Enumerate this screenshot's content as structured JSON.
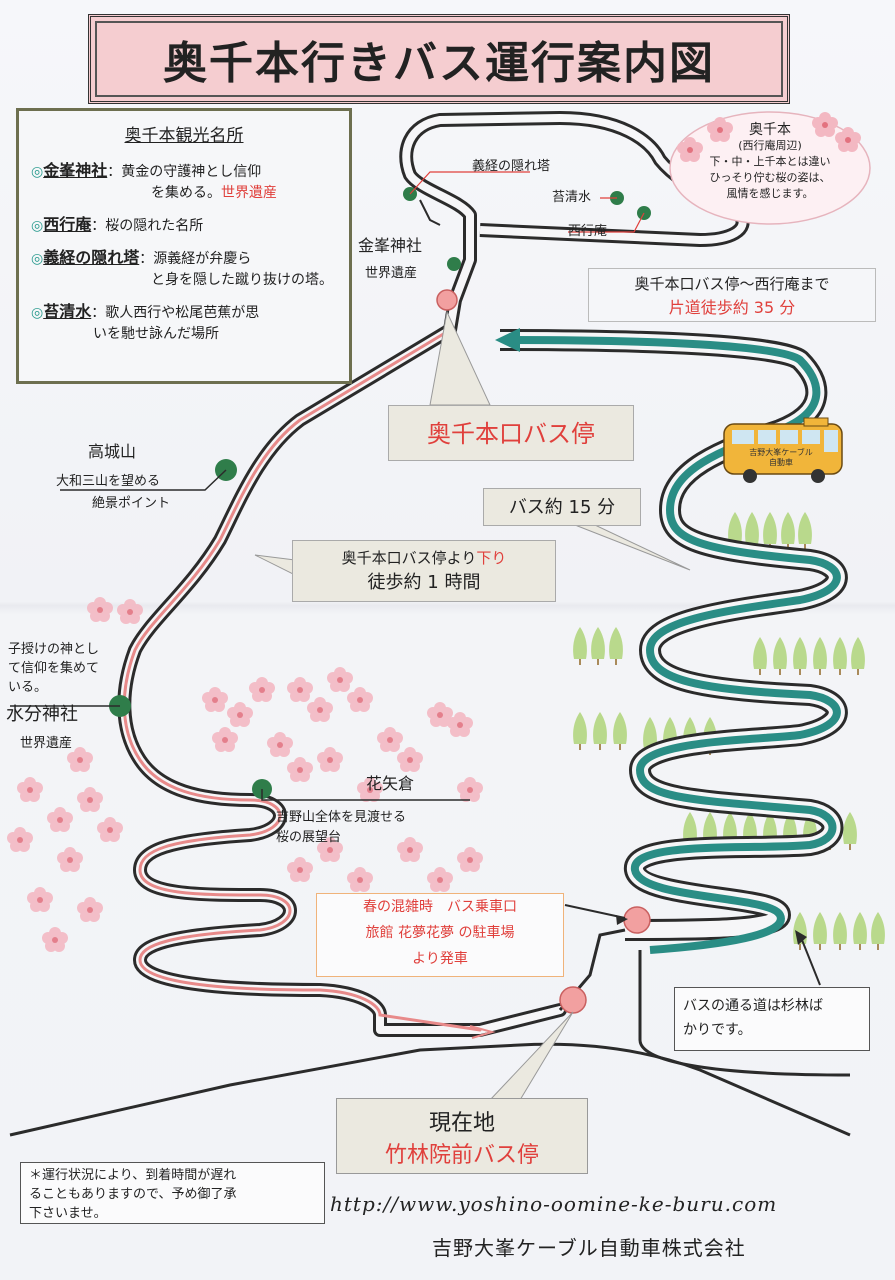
{
  "title": "奥千本行きバス運行案内図",
  "spots_box": {
    "heading": "奥千本観光名所",
    "items": [
      {
        "name": "金峯神社",
        "desc": "：黄金の守護神とし信仰",
        "desc2": "を集める。",
        "badge": "世界遺産"
      },
      {
        "name": "西行庵",
        "desc": "：桜の隠れた名所",
        "desc2": "",
        "badge": ""
      },
      {
        "name": "義経の隠れ塔",
        "desc": "：源義経が弁慶ら",
        "desc2": "と身を隠した蹴り抜けの塔。",
        "badge": ""
      },
      {
        "name": "苔清水",
        "desc": "：歌人西行や松尾芭蕉が思",
        "desc2": "いを馳せ詠んだ場所",
        "badge": ""
      }
    ]
  },
  "okusenbon_circle": {
    "title": "奥千本",
    "subtitle": "(西行庵周辺)",
    "line1": "下・中・上千本とは違い",
    "line2": "ひっそり佇む桜の姿は、",
    "line3": "風情を感じます。"
  },
  "map_labels": {
    "yoshitsune": "義経の隠れ塔",
    "kokeshimizu": "苔清水",
    "saigyoan": "西行庵",
    "kinpu_shrine": "金峯神社",
    "kinpu_badge": "世界遺産",
    "walk_note": "奥千本口バス停～西行庵まで",
    "walk_time": "片道徒歩約 35 分",
    "okusenbon_stop": "奥千本口バス停",
    "takagi_name": "高城山",
    "takagi_desc1": "大和三山を望める",
    "takagi_desc2": "絶景ポイント",
    "bus_time": "バス約 15 分",
    "walk_down_a": "奥千本口バス停より",
    "walk_down_b": "下り",
    "walk_down_c": "徒歩約 1 時間",
    "mikumari_desc1": "子授けの神とし",
    "mikumari_desc2": "て信仰を集めて",
    "mikumari_desc3": "いる。",
    "mikumari_name": "水分神社",
    "mikumari_badge": "世界遺産",
    "hanayagura_name": "花矢倉",
    "hanayagura_desc1": "吉野山全体を見渡せる",
    "hanayagura_desc2": "桜の展望台",
    "spring_1": "春の混雑時　バス乗車口",
    "spring_2": "旅館 花夢花夢 の駐車場",
    "spring_3": "より発車",
    "cedar_1": "バスの通る道は杉林ば",
    "cedar_2": "かりです。",
    "current_1": "現在地",
    "current_2": "竹林院前バス停",
    "bus_sign1": "吉野大峯ケーブル",
    "bus_sign2": "自動車"
  },
  "footer": {
    "note1": "＊運行状況により、到着時間が遅れ",
    "note2": "ることもありますので、予め御了承",
    "note3": "下さいませ。",
    "url": "http://www.yoshino-oomine-ke-buru.com",
    "company": "吉野大峯ケーブル自動車株式会社"
  },
  "colors": {
    "route_teal": "#2a8d85",
    "walk_pink": "#e88a8a",
    "road": "#2b2b2b",
    "stop_pink": "#f2a0a0",
    "spot_green": "#2f7d4a",
    "badge_red": "#e0403c"
  }
}
